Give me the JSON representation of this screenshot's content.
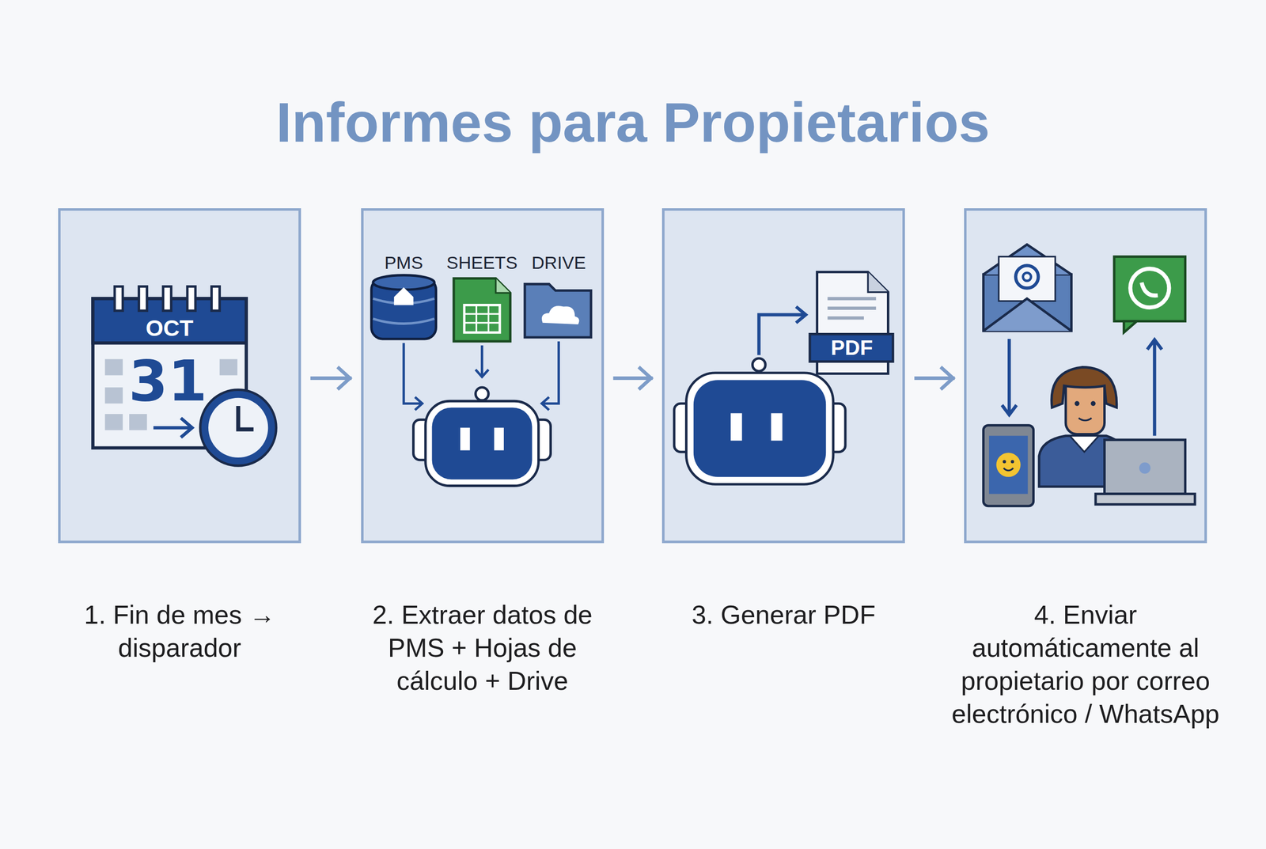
{
  "diagram": {
    "title": "Informes para Propietarios",
    "nodes": [
      {
        "text": [
          "1. Fin de mes → disparador"
        ]
      },
      {
        "text": [
          "2. Extraer datos de PMS + Hojas de cálculo + Drive"
        ]
      },
      {
        "text": [
          "3. Generar PDF"
        ]
      },
      {
        "text": [
          "4. Enviar automáticamente al propietario por correo electrónico / WhatsApp"
        ]
      }
    ],
    "edges": [
      {
        "from": 0,
        "to": 1,
        "arrow": "to"
      },
      {
        "from": 1,
        "to": 2,
        "arrow": "to"
      },
      {
        "from": 2,
        "to": 3,
        "arrow": "to"
      }
    ],
    "labels": [
      "OCT",
      "31",
      "PMS",
      "SHEETS",
      "DRIVE",
      "PDF"
    ]
  }
}
